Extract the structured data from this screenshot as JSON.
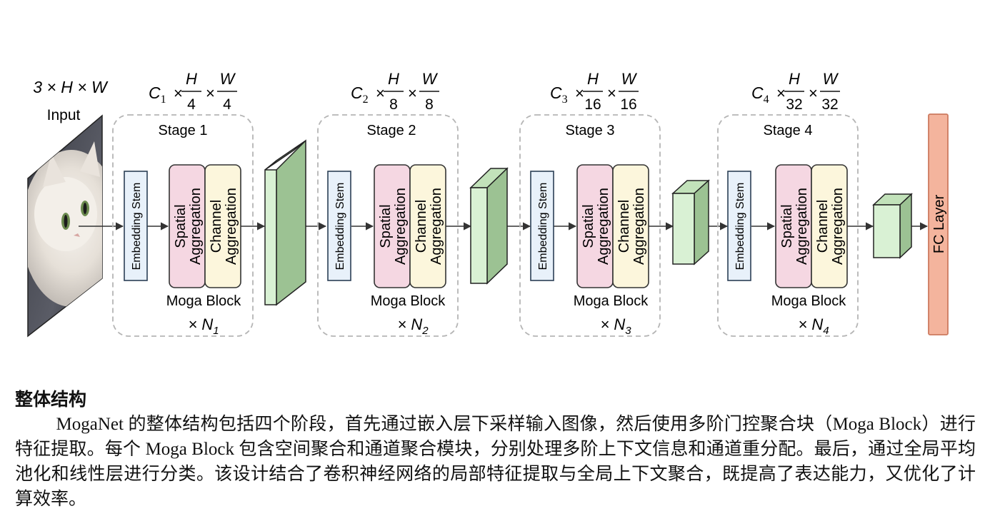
{
  "diagram": {
    "input": {
      "dims": "3 × H × W",
      "label": "Input"
    },
    "stages": [
      {
        "title": "Stage 1",
        "embedding_label": "Embedding Stem",
        "spatial_label": [
          "Spatial",
          "Aggregation"
        ],
        "channel_label": [
          "Channel",
          "Aggregation"
        ],
        "block_label": "Moga Block",
        "repeat_label": "× N",
        "repeat_sub": "1",
        "dim_channel": "C",
        "dim_channel_sub": "1",
        "dim_h": "H",
        "dim_h_den": "4",
        "dim_w": "W",
        "dim_w_den": "4"
      },
      {
        "title": "Stage 2",
        "embedding_label": "Embedding Stem",
        "spatial_label": [
          "Spatial",
          "Aggregation"
        ],
        "channel_label": [
          "Channel",
          "Aggregation"
        ],
        "block_label": "Moga Block",
        "repeat_label": "× N",
        "repeat_sub": "2",
        "dim_channel": "C",
        "dim_channel_sub": "2",
        "dim_h": "H",
        "dim_h_den": "8",
        "dim_w": "W",
        "dim_w_den": "8"
      },
      {
        "title": "Stage 3",
        "embedding_label": "Embedding Stem",
        "spatial_label": [
          "Spatial",
          "Aggregation"
        ],
        "channel_label": [
          "Channel",
          "Aggregation"
        ],
        "block_label": "Moga Block",
        "repeat_label": "× N",
        "repeat_sub": "3",
        "dim_channel": "C",
        "dim_channel_sub": "3",
        "dim_h": "H",
        "dim_h_den": "16",
        "dim_w": "W",
        "dim_w_den": "16"
      },
      {
        "title": "Stage 4",
        "embedding_label": "Embedding Stem",
        "spatial_label": [
          "Spatial",
          "Aggregation"
        ],
        "channel_label": [
          "Channel",
          "Aggregation"
        ],
        "block_label": "Moga Block",
        "repeat_label": "× N",
        "repeat_sub": "4",
        "dim_channel": "C",
        "dim_channel_sub": "4",
        "dim_h": "H",
        "dim_h_den": "32",
        "dim_w": "W",
        "dim_w_den": "32"
      }
    ],
    "fc_label": "FC  Layer",
    "colors": {
      "dashed_box": "#b5b5b5",
      "embedding_fill": "#e8f1fa",
      "embedding_stroke": "#2b3f55",
      "spatial_fill": "#f5d7e2",
      "channel_fill": "#fcf6dc",
      "cube_front": "#d9f1d4",
      "cube_side": "#9cc293",
      "cube_top": "#c2e2ba",
      "fc_fill": "#f4b49d",
      "fc_stroke": "#cd7a5f"
    }
  },
  "section": {
    "heading": "整体结构",
    "body": "MogaNet 的整体结构包括四个阶段，首先通过嵌入层下采样输入图像，然后使用多阶门控聚合块（Moga Block）进行特征提取。每个 Moga Block 包含空间聚合和通道聚合模块，分别处理多阶上下文信息和通道重分配。最后，通过全局平均池化和线性层进行分类。该设计结合了卷积神经网络的局部特征提取与全局上下文聚合，既提高了表达能力，又优化了计算效率。"
  }
}
